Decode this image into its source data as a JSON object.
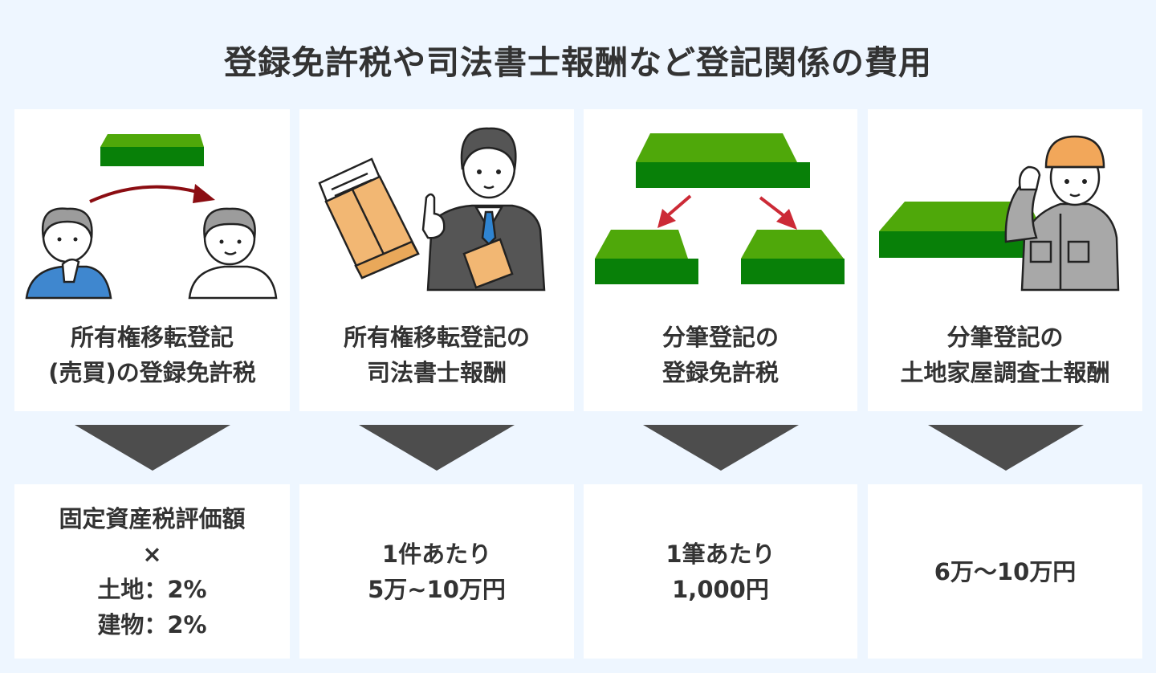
{
  "title": "登録免許税や司法書士報酬など登記関係の費用",
  "colors": {
    "background": "#eef6ff",
    "card": "#ffffff",
    "arrow": "#4d4d4d",
    "land_top": "#4fa80a",
    "land_side": "#088008",
    "transfer_arrow": "#8b0d12",
    "split_arrow": "#cc2a36"
  },
  "columns": [
    {
      "illustration": "ownership-transfer-illustration",
      "label_lines": [
        "所有権移転登記",
        "(売買)の登録免許税"
      ],
      "value_lines": [
        "固定資産税評価額",
        "×",
        "土地：2%",
        "建物：2%"
      ]
    },
    {
      "illustration": "judicial-scrivener-illustration",
      "label_lines": [
        "所有権移転登記の",
        "司法書士報酬"
      ],
      "value_lines": [
        "1件あたり",
        "5万~10万円"
      ]
    },
    {
      "illustration": "land-subdivision-illustration",
      "label_lines": [
        "分筆登記の",
        "登録免許税"
      ],
      "value_lines": [
        "1筆あたり",
        "1,000円"
      ]
    },
    {
      "illustration": "land-surveyor-illustration",
      "label_lines": [
        "分筆登記の",
        "土地家屋調査士報酬"
      ],
      "value_lines": [
        "6万～10万円"
      ]
    }
  ]
}
